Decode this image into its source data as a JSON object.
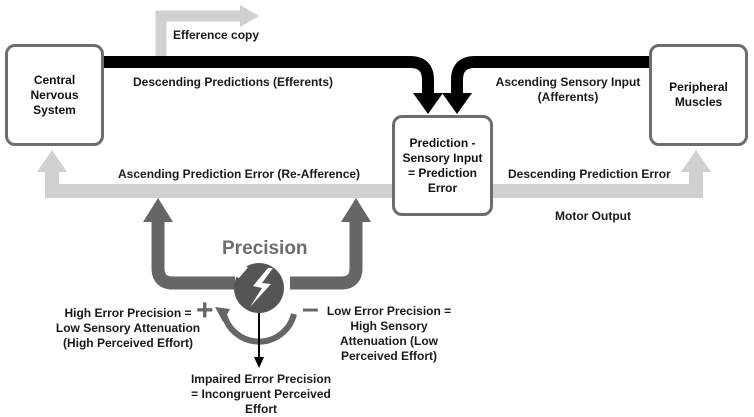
{
  "boxes": {
    "cns": "Central Nervous System",
    "prediction": "Prediction - Sensory Input = Prediction Error",
    "muscles": "Peripheral Muscles"
  },
  "labels": {
    "efference_copy": "Efference copy",
    "descending_predictions": "Descending Predictions (Efferents)",
    "ascending_sensory": "Ascending Sensory Input (Afferents)",
    "ascending_prediction_error": "Ascending Prediction Error (Re-Afference)",
    "descending_prediction_error": "Descending Prediction Error",
    "motor_output": "Motor Output",
    "precision": "Precision",
    "high_error_precision": "High Error Precision = Low Sensory Attenuation (High Perceived Effort)",
    "low_error_precision": "Low Error Precision = High Sensory Attenuation (Low Perceived Effort)",
    "impaired_error_precision": "Impaired Error Precision = Incongruent Perceived Effort",
    "plus_sign": "+",
    "minus_sign": "–"
  },
  "colors": {
    "black_path": "#000000",
    "dark_gray": "#666666",
    "light_gray": "#d0d0d0",
    "box_border": "#6d6d6d"
  }
}
